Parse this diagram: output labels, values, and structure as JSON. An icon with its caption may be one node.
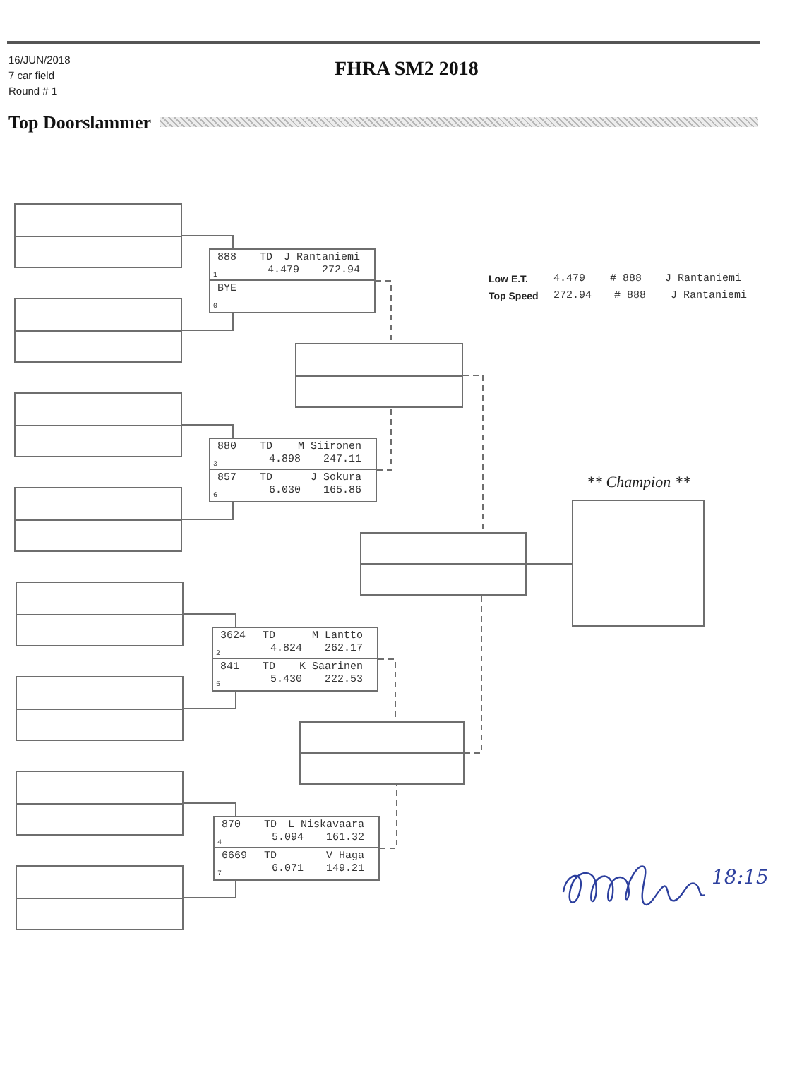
{
  "diagram": {
    "title": "FHRA SM2 2018",
    "nodes": [
      {
        "text": [],
        "shape": "box"
      },
      {
        "text": [],
        "shape": "box"
      },
      {
        "text": [],
        "shape": "box"
      },
      {
        "text": [],
        "shape": "box"
      },
      {
        "text": [],
        "shape": "box"
      },
      {
        "text": [],
        "shape": "box"
      },
      {
        "text": [],
        "shape": "box"
      },
      {
        "text": [],
        "shape": "box"
      },
      {
        "text": [],
        "shape": "box"
      },
      {
        "text": [
          "888",
          "TD",
          "J Rantaniemi",
          "1",
          "4.479",
          "272.94"
        ],
        "in": 8
      },
      {
        "text": [
          "BYE",
          "0"
        ],
        "in": 8
      },
      {
        "text": [],
        "shape": "box"
      },
      {
        "text": [
          "880",
          "TD",
          "M Siironen",
          "3",
          "4.898",
          "247.11"
        ],
        "in": 11
      },
      {
        "text": [
          "857",
          "TD",
          "J Sokura",
          "6",
          "6.030",
          "165.86"
        ],
        "in": 11
      },
      {
        "text": [],
        "shape": "box"
      },
      {
        "text": [
          "3624",
          "TD",
          "M Lantto",
          "2",
          "4.824",
          "262.17"
        ],
        "in": 14
      },
      {
        "text": [
          "841",
          "TD",
          "K Saarinen",
          "5",
          "5.430",
          "222.53"
        ],
        "in": 14
      },
      {
        "text": [],
        "shape": "box"
      },
      {
        "text": [
          "870",
          "TD",
          "L Niskavaara",
          "4",
          "5.094",
          "161.32"
        ],
        "in": 17
      },
      {
        "text": [
          "6669",
          "TD",
          "V Haga",
          "7",
          "6.071",
          "149.21"
        ],
        "in": 17
      },
      {
        "text": [],
        "shape": "box"
      },
      {
        "text": [],
        "shape": "box"
      },
      {
        "text": [],
        "shape": "box"
      },
      {
        "text": [
          "** Champion **"
        ]
      }
    ],
    "edges": [
      {
        "from": 0,
        "to": 9,
        "arrow": "none"
      },
      {
        "from": 1,
        "to": 10,
        "arrow": "none"
      },
      {
        "from": 2,
        "to": 12,
        "arrow": "none"
      },
      {
        "from": 3,
        "to": 13,
        "arrow": "none"
      },
      {
        "from": 4,
        "to": 15,
        "arrow": "none"
      },
      {
        "from": 5,
        "to": 16,
        "arrow": "none"
      },
      {
        "from": 6,
        "to": 18,
        "arrow": "none"
      },
      {
        "from": 7,
        "to": 19,
        "arrow": "none"
      },
      {
        "from": 8,
        "to": 20,
        "arrow": "none",
        "style": "dashed"
      },
      {
        "from": 11,
        "to": 20,
        "arrow": "none",
        "style": "dashed"
      },
      {
        "from": 14,
        "to": 21,
        "arrow": "none",
        "style": "dashed"
      },
      {
        "from": 17,
        "to": 21,
        "arrow": "none",
        "style": "dashed"
      },
      {
        "from": 20,
        "to": 22,
        "arrow": "none",
        "style": "dashed"
      },
      {
        "from": 21,
        "to": 22,
        "arrow": "none",
        "style": "dashed"
      },
      {
        "from": 22,
        "to": 23,
        "arrow": "none"
      }
    ],
    "labels": [
      "16/JUN/2018",
      "7 car field",
      "Round # 1",
      "Top Doorslammer",
      "Low E.T.",
      "4.479",
      "# 888",
      "J Rantaniemi",
      "Top Speed",
      "272.94",
      "# 888",
      "J Rantaniemi",
      "18:15"
    ]
  }
}
